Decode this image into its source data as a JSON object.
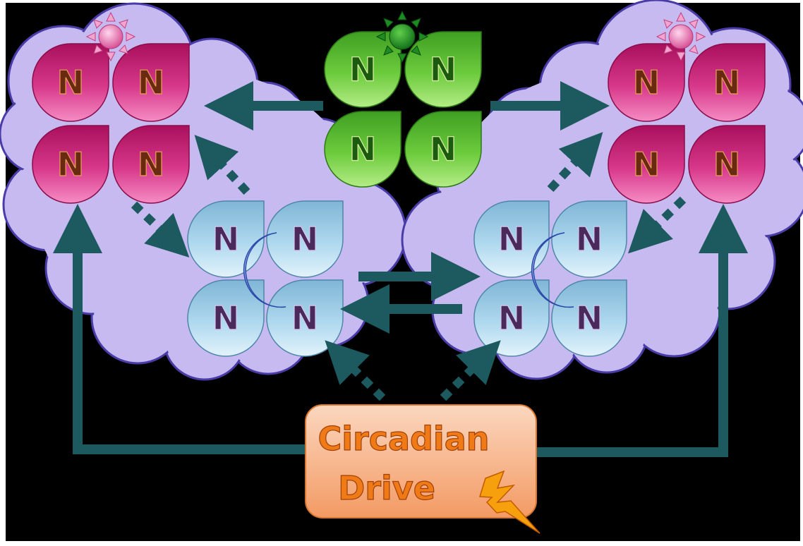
{
  "diagram": {
    "neuron_label": "N",
    "drive_label_line1": "Circadian",
    "drive_label_line2": "Drive",
    "icons": {
      "top_center": "green-sun-icon",
      "top_left": "pink-sun-icon",
      "top_right": "pink-sun-icon",
      "night_left": "crescent-moon-icon",
      "night_right": "crescent-moon-icon",
      "drive": "lightning-bolt-icon"
    },
    "colors": {
      "background": "#000000",
      "cloud": "#c7baf0",
      "cloud_border": "#4a3ca8",
      "arrow": "#1c5a60",
      "day_neuron": "#c8247a",
      "day_neuron_light": "#f07bb8",
      "center_neuron": "#4db82e",
      "center_neuron_light": "#a8e676",
      "night_neuron": "#a4d2ea",
      "night_neuron_light": "#d8eef8",
      "drive_box": "#f6a877",
      "drive_text": "#f07a16",
      "moon": "#4d78d6"
    }
  }
}
